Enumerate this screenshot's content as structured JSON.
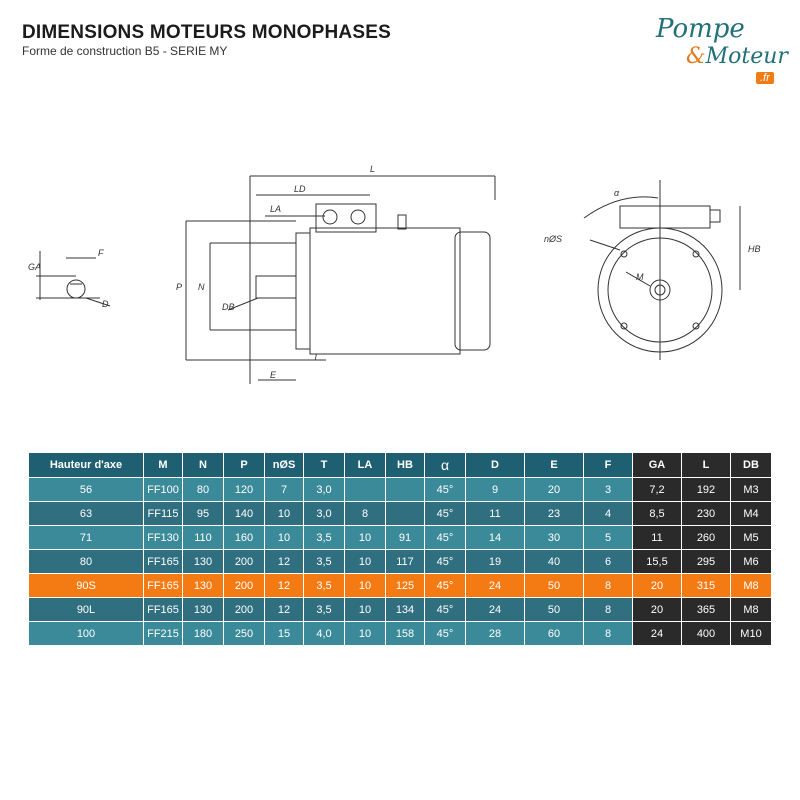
{
  "header": {
    "title": "DIMENSIONS MOTEURS MONOPHASES",
    "subtitle": "Forme de construction B5 - SERIE MY"
  },
  "logo": {
    "line1": "Pompe",
    "amp": "&",
    "line2": "Moteur",
    "tld": ".fr"
  },
  "drawing_labels": {
    "ga": "GA",
    "f": "F",
    "d": "D",
    "l": "L",
    "ld": "LD",
    "la": "LA",
    "p": "P",
    "n": "N",
    "db": "DB",
    "t": "T",
    "e": "E",
    "alpha": "α",
    "nos": "nØS",
    "m": "M",
    "hb": "HB"
  },
  "table": {
    "headers": [
      "Hauteur d'axe",
      "M",
      "N",
      "P",
      "nØS",
      "T",
      "LA",
      "HB",
      "α",
      "D",
      "E",
      "F",
      "GA",
      "L",
      "DB"
    ],
    "rows": [
      [
        "56",
        "FF100",
        "80",
        "120",
        "7",
        "3,0",
        "",
        "",
        "45°",
        "9",
        "20",
        "3",
        "7,2",
        "192",
        "M3"
      ],
      [
        "63",
        "FF115",
        "95",
        "140",
        "10",
        "3,0",
        "8",
        "",
        "45°",
        "11",
        "23",
        "4",
        "8,5",
        "230",
        "M4"
      ],
      [
        "71",
        "FF130",
        "110",
        "160",
        "10",
        "3,5",
        "10",
        "91",
        "45°",
        "14",
        "30",
        "5",
        "11",
        "260",
        "M5"
      ],
      [
        "80",
        "FF165",
        "130",
        "200",
        "12",
        "3,5",
        "10",
        "117",
        "45°",
        "19",
        "40",
        "6",
        "15,5",
        "295",
        "M6"
      ],
      [
        "90S",
        "FF165",
        "130",
        "200",
        "12",
        "3,5",
        "10",
        "125",
        "45°",
        "24",
        "50",
        "8",
        "20",
        "315",
        "M8"
      ],
      [
        "90L",
        "FF165",
        "130",
        "200",
        "12",
        "3,5",
        "10",
        "134",
        "45°",
        "24",
        "50",
        "8",
        "20",
        "365",
        "M8"
      ],
      [
        "100",
        "FF215",
        "180",
        "250",
        "15",
        "4,0",
        "10",
        "158",
        "45°",
        "28",
        "60",
        "8",
        "24",
        "400",
        "M10"
      ]
    ],
    "highlight_row": "90S",
    "colors": {
      "header": "#1f5f72",
      "row_light": "#3b8a9a",
      "row_dark": "#2f6f80",
      "highlight": "#f47a14",
      "right_block": "#2a2a2a"
    }
  }
}
